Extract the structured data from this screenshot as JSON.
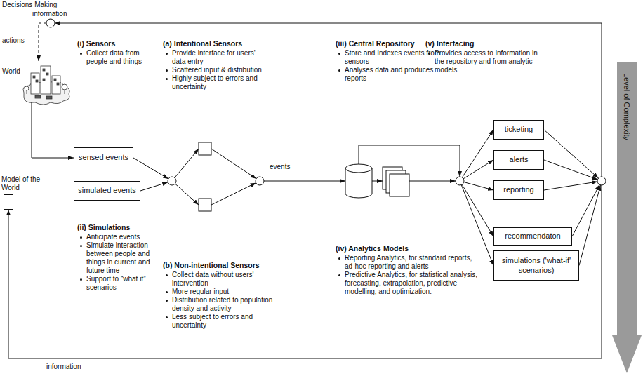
{
  "diagram": {
    "nodes": [
      {
        "text": [
          "sensed events"
        ]
      },
      {
        "text": [
          "simulated events"
        ]
      },
      {
        "text": [
          "Model of the World"
        ]
      },
      {
        "text": [
          "ticketing"
        ]
      },
      {
        "text": [
          "alerts"
        ]
      },
      {
        "text": [
          "reporting"
        ]
      },
      {
        "text": [
          "recommendaton"
        ]
      },
      {
        "text": [
          "simulations ('what-if' scenarios)"
        ]
      }
    ],
    "labels": [
      "Decisions Making",
      "information",
      "actions",
      "World",
      "(i) Sensors",
      "Collect data from people and things",
      "(a) Intentional Sensors",
      "Provide interface for users' data entry",
      "Scattered input & distribution",
      "Highly subject to errors and uncertainty",
      "(iii) Central Repository",
      "Store and Indexes events from sensors",
      "Analyses data and produces reports",
      "(v) Interfacing",
      "Provides access to information in the repository and from analytic models",
      "events",
      "(ii) Simulations",
      "Anticipate events",
      "Simulate interaction between people and things in current and future time",
      "Support to “what if” scenarios",
      "(b) Non-intentional Sensors",
      "Collect data without users' intervention",
      "More regular input",
      "Distribution related to population density and activity",
      "Less subject to errors and uncertainty",
      "(iv) Analytics Models",
      "Reporting Analytics, for standard reports, ad-hoc reporting and alerts",
      "Predictive Analytics, for statistical analysis, forecasting, extrapolation, predictive modelling, and optimization.",
      "Level of Complexity",
      "information"
    ]
  }
}
